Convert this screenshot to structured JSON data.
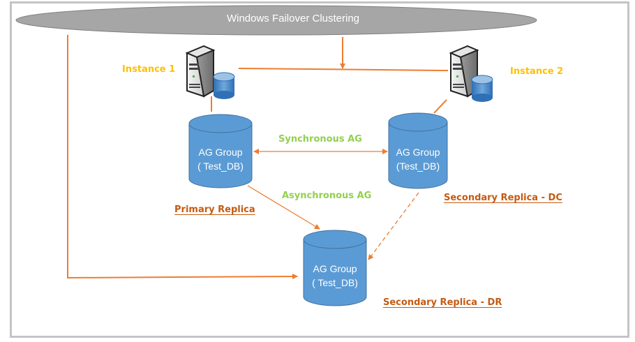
{
  "cluster": {
    "title": "Windows Failover Clustering"
  },
  "instances": [
    {
      "label": "Instance 1"
    },
    {
      "label": "Instance 2"
    }
  ],
  "replicas": {
    "primary": {
      "line1": "AG Group",
      "line2": "( Test_DB)",
      "role": "Primary Replica"
    },
    "secondary_dc": {
      "line1": "AG Group",
      "line2": "(Test_DB)",
      "role": "Secondary Replica - DC"
    },
    "secondary_dr": {
      "line1": "AG Group",
      "line2": "( Test_DB)",
      "role": "Secondary Replica - DR"
    }
  },
  "links": {
    "sync": "Synchronous AG",
    "async": "Asynchronous AG"
  },
  "colors": {
    "cluster": "#a6a6a6",
    "connector": "#ed7d31",
    "db": "#5b9bd5",
    "instance_label": "#ffc000",
    "ag_label": "#92d050",
    "replica_label": "#c55a11"
  }
}
